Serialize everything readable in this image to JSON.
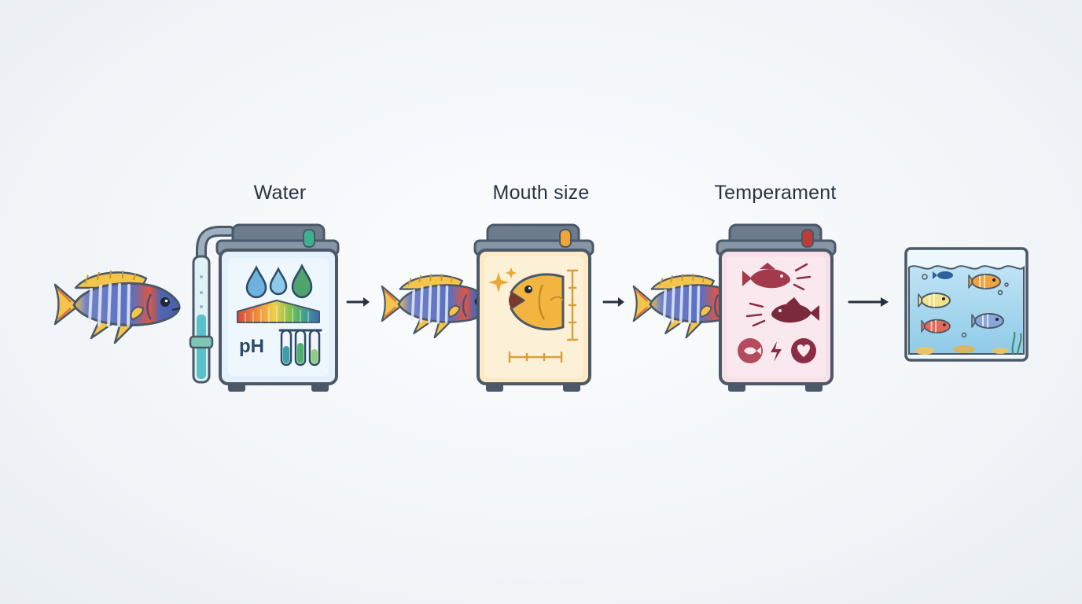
{
  "stages": [
    {
      "label": "Water",
      "icon": "water-test-icon",
      "accent": "#3f8fc4"
    },
    {
      "label": "Mouth size",
      "icon": "mouth-size-icon",
      "accent": "#e3a53a"
    },
    {
      "label": "Temperament",
      "icon": "temperament-icon",
      "accent": "#8b2d46"
    }
  ],
  "water_panel": {
    "ph_text": "pH"
  },
  "result": {
    "icon": "community-aquarium-icon"
  },
  "colors": {
    "outline": "#4b5867",
    "lid": "#6d7c8c",
    "water_panel": "#e4f1fb",
    "mouth_panel": "#fbeac3",
    "temper_panel": "#f6dfe6",
    "arrow": "#25313f"
  }
}
